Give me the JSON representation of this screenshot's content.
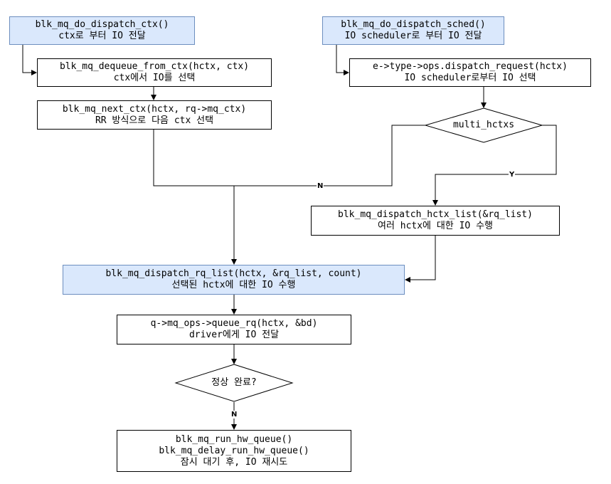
{
  "nodes": {
    "dispatch_ctx": {
      "line1": "blk_mq_do_dispatch_ctx()",
      "line2": "ctx로 부터 IO 전달"
    },
    "dispatch_sched": {
      "line1": "blk_mq_do_dispatch_sched()",
      "line2": "IO scheduler로 부터 IO 전달"
    },
    "dequeue_from_ctx": {
      "line1": "blk_mq_dequeue_from_ctx(hctx, ctx)",
      "line2": "ctx에서 IO를 선택"
    },
    "next_ctx": {
      "line1": "blk_mq_next_ctx(hctx, rq->mq_ctx)",
      "line2": "RR 방식으로 다음 ctx 선택"
    },
    "dispatch_request": {
      "line1": "e->type->ops.dispatch_request(hctx)",
      "line2": "IO scheduler로부터 IO 선택"
    },
    "multi_hctxs": {
      "label": "multi_hctxs"
    },
    "dispatch_hctx_list": {
      "line1": "blk_mq_dispatch_hctx_list(&rq_list)",
      "line2": "여러 hctx에 대한 IO 수행"
    },
    "dispatch_rq_list": {
      "line1": "blk_mq_dispatch_rq_list(hctx, &rq_list, count)",
      "line2": "선택된 hctx에 대한 IO 수행"
    },
    "queue_rq": {
      "line1": "q->mq_ops->queue_rq(hctx, &bd)",
      "line2": "driver에게 IO 전달"
    },
    "completed": {
      "label": "정상 완료?"
    },
    "run_hw_queue": {
      "line1": "blk_mq_run_hw_queue()",
      "line2": "blk_mq_delay_run_hw_queue()",
      "line3": "잠시 대기 후, IO 재시도"
    }
  },
  "edge_labels": {
    "n_loop": "N",
    "y_multi": "Y",
    "n_completed": "N"
  },
  "colors": {
    "highlight_fill": "#dae8fc",
    "highlight_stroke": "#6c8ebf",
    "line": "#000000"
  }
}
